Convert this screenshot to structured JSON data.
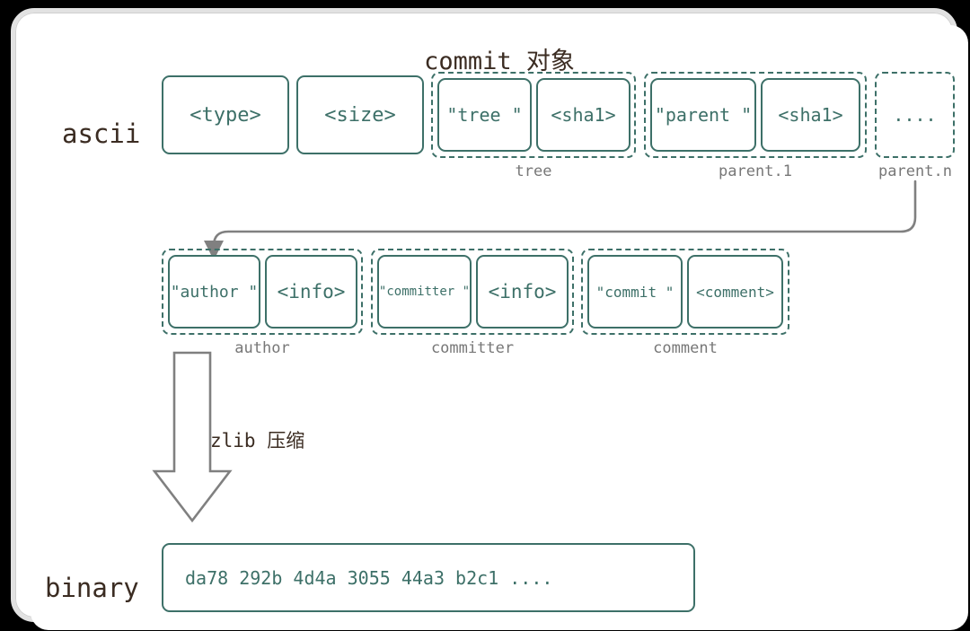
{
  "title": "commit 对象",
  "rows": {
    "ascii_label": "ascii",
    "binary_label": "binary"
  },
  "header_fields": [
    {
      "text": "<type>"
    },
    {
      "text": "<size>"
    }
  ],
  "groups_top": [
    {
      "caption": "tree",
      "fields": [
        {
          "text": "\"tree \""
        },
        {
          "text": "<sha1>"
        }
      ]
    },
    {
      "caption": "parent.1",
      "fields": [
        {
          "text": "\"parent \""
        },
        {
          "text": "<sha1>"
        }
      ]
    },
    {
      "caption": "parent.n",
      "fields": [
        {
          "text": "...."
        }
      ]
    }
  ],
  "groups_bottom": [
    {
      "caption": "author",
      "fields": [
        {
          "text": "\"author \""
        },
        {
          "text": "<info>"
        }
      ]
    },
    {
      "caption": "committer",
      "fields": [
        {
          "text": "\"committer \""
        },
        {
          "text": "<info>"
        }
      ]
    },
    {
      "caption": "comment",
      "fields": [
        {
          "text": "\"commit \""
        },
        {
          "text": "<comment>"
        }
      ]
    }
  ],
  "compression": {
    "label": "zlib 压缩"
  },
  "binary": {
    "content": "da78 292b 4d4a 3055 44a3 b2c1 ...."
  },
  "colors": {
    "box_border": "#3d7068",
    "box_text": "#3d7068",
    "row_label_text": "#3b2c22",
    "caption_text": "#777777",
    "connector": "#808080",
    "frame_border": "#e2e2e2",
    "background": "#000000"
  }
}
